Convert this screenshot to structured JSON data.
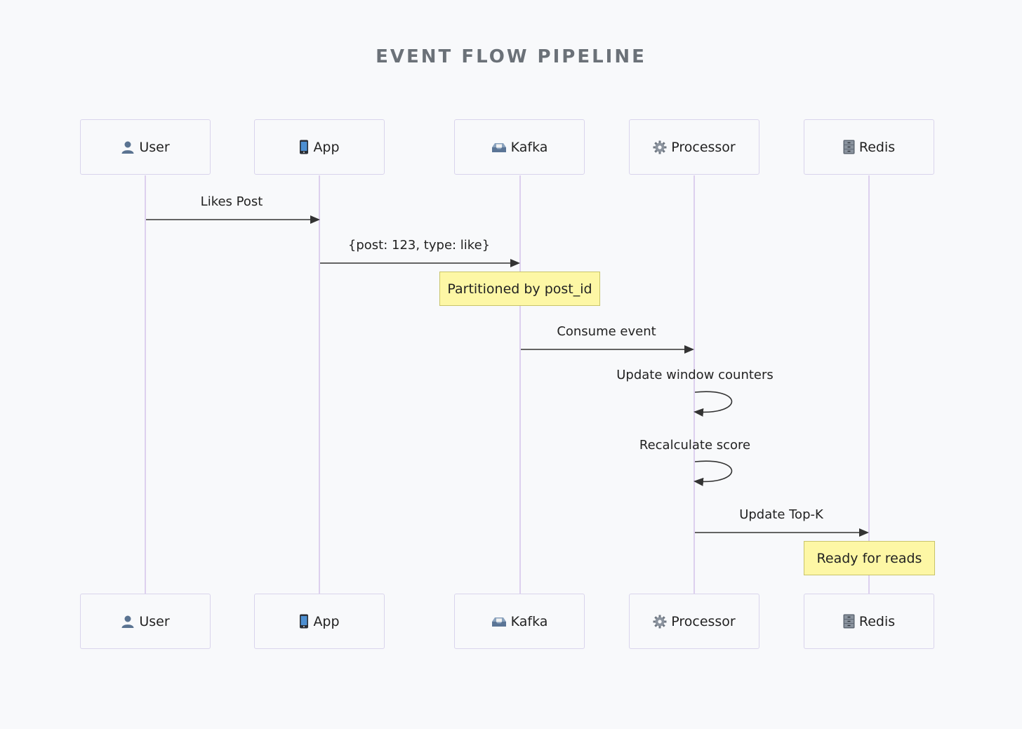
{
  "title": "EVENT FLOW PIPELINE",
  "actors": [
    {
      "label": "User",
      "icon": "user-icon"
    },
    {
      "label": "App",
      "icon": "phone-icon"
    },
    {
      "label": "Kafka",
      "icon": "inbox-tray-icon"
    },
    {
      "label": "Processor",
      "icon": "gear-icon"
    },
    {
      "label": "Redis",
      "icon": "cabinet-icon"
    }
  ],
  "messages": [
    {
      "from": 0,
      "to": 1,
      "label": "Likes Post"
    },
    {
      "from": 1,
      "to": 2,
      "label": "{post: 123, type: like}"
    },
    {
      "from": 2,
      "to": 3,
      "label": "Consume event"
    },
    {
      "from": 3,
      "to": 3,
      "label": "Update window counters"
    },
    {
      "from": 3,
      "to": 3,
      "label": "Recalculate score"
    },
    {
      "from": 3,
      "to": 4,
      "label": "Update Top-K"
    }
  ],
  "notes": [
    {
      "over": 2,
      "label": "Partitioned by post_id"
    },
    {
      "over": 4,
      "label": "Ready for reads"
    }
  ],
  "colors": {
    "lifeline": "#ddd0ee",
    "actor_border": "#d9d4ec",
    "note_fill": "#fdf7a5",
    "note_border": "#c8c46a",
    "arrow": "#333333",
    "title": "#6b7178"
  }
}
